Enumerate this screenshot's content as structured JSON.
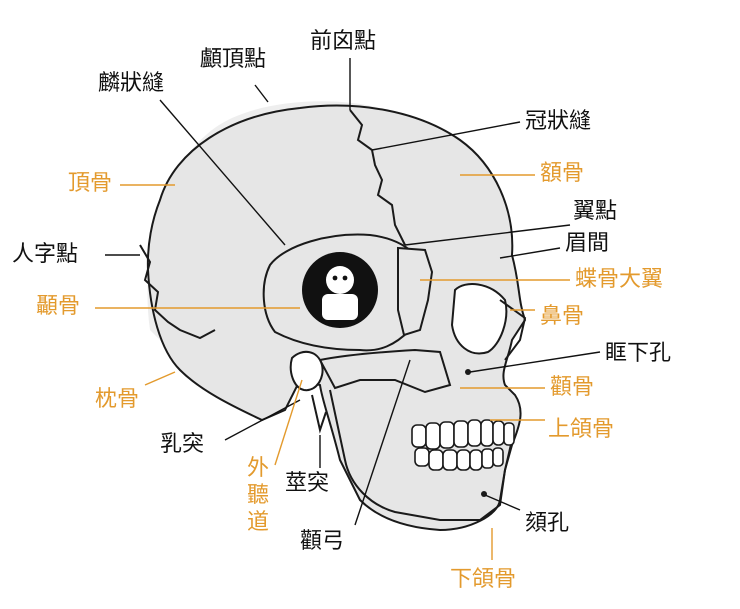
{
  "labels": {
    "zentomon": "前囟點",
    "lu_ding": "顱頂點",
    "lin_zhuang": "麟狀縫",
    "guan_zhuang": "冠狀縫",
    "ding_gu": "頂骨",
    "e_gu": "額骨",
    "yi_dian": "翼點",
    "ren_zi": "人字點",
    "mei_jian": "眉間",
    "nie_gu": "顳骨",
    "die_gu": "蝶骨大翼",
    "bi_gu": "鼻骨",
    "kuang_xia": "眶下孔",
    "zhen_gu": "枕骨",
    "quan_gu": "顴骨",
    "shang_he": "上頜骨",
    "ru_tu": "乳突",
    "wai_ting_dao": "外聽道",
    "jing_tu": "莖突",
    "ke_kong": "頦孔",
    "quan_gong": "顴弓",
    "xia_he": "下頜骨"
  },
  "colors": {
    "black_label": "#111111",
    "orange_label": "#e39a2d",
    "bone_fill": "#e6e6e6",
    "outline": "#1a1a1a"
  },
  "icons": {
    "center_badge": "cartoon-badge-icon"
  }
}
